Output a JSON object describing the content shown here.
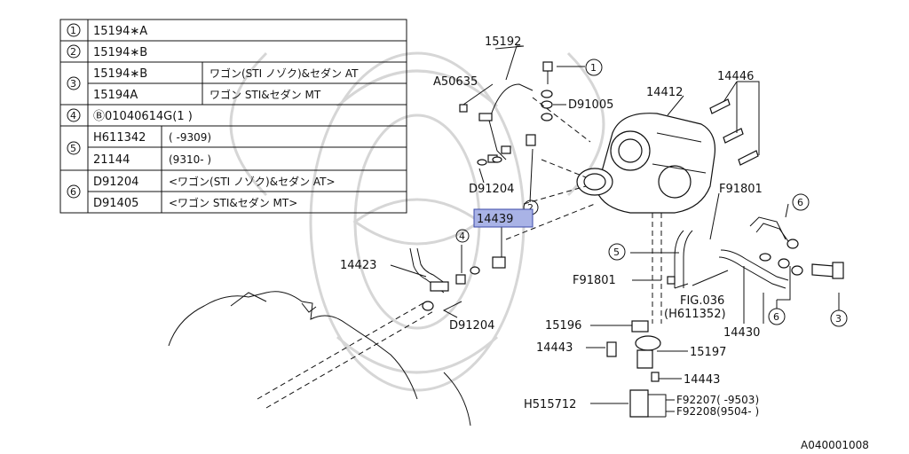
{
  "table": {
    "rows": [
      {
        "num": "1",
        "sub": [
          {
            "part": "15194∗A",
            "desc": ""
          }
        ]
      },
      {
        "num": "2",
        "sub": [
          {
            "part": "15194∗B",
            "desc": ""
          }
        ]
      },
      {
        "num": "3",
        "sub": [
          {
            "part": "15194∗B",
            "desc": "ワゴン(STI ノゾク)&セダン AT"
          },
          {
            "part": "15194A",
            "desc": "ワゴン STI&セダン MT"
          }
        ]
      },
      {
        "num": "4",
        "sub": [
          {
            "part": "Ⓑ01040614G(1 )",
            "desc": ""
          }
        ]
      },
      {
        "num": "5",
        "sub": [
          {
            "part": "H611342",
            "desc": "(      -9309)"
          },
          {
            "part": "21144",
            "desc": "(9310-      )"
          }
        ]
      },
      {
        "num": "6",
        "sub": [
          {
            "part": "D91204",
            "desc": "<ワゴン(STI ノゾク)&セダン AT>"
          },
          {
            "part": "D91405",
            "desc": "<ワゴン STI&セダン MT>"
          }
        ]
      }
    ]
  },
  "labels": {
    "p15192": "15192",
    "pA50635": "A50635",
    "pD91005": "D91005",
    "p14412": "14412",
    "p14446": "14446",
    "pD91204a": "D91204",
    "p14439": "14439",
    "pF91801a": "F91801",
    "p14423": "14423",
    "pF91801b": "F91801",
    "pFIG": "FIG.036",
    "pFIGsub": "(H611352)",
    "p14430": "14430",
    "pD91204b": "D91204",
    "p15196": "15196",
    "p14443a": "14443",
    "p15197": "15197",
    "p14443b": "14443",
    "pH515712": "H515712",
    "pF92207": "F92207(       -9503)",
    "pF92208": "F92208(9504-      )",
    "diagram_id": "A040001008"
  },
  "callouts": {
    "c1": "1",
    "c2": "2",
    "c4": "4",
    "c5": "5",
    "c6a": "6",
    "c6b": "6",
    "c3": "3"
  },
  "highlight": {
    "part": "14439",
    "color": "#a9b3e6"
  }
}
